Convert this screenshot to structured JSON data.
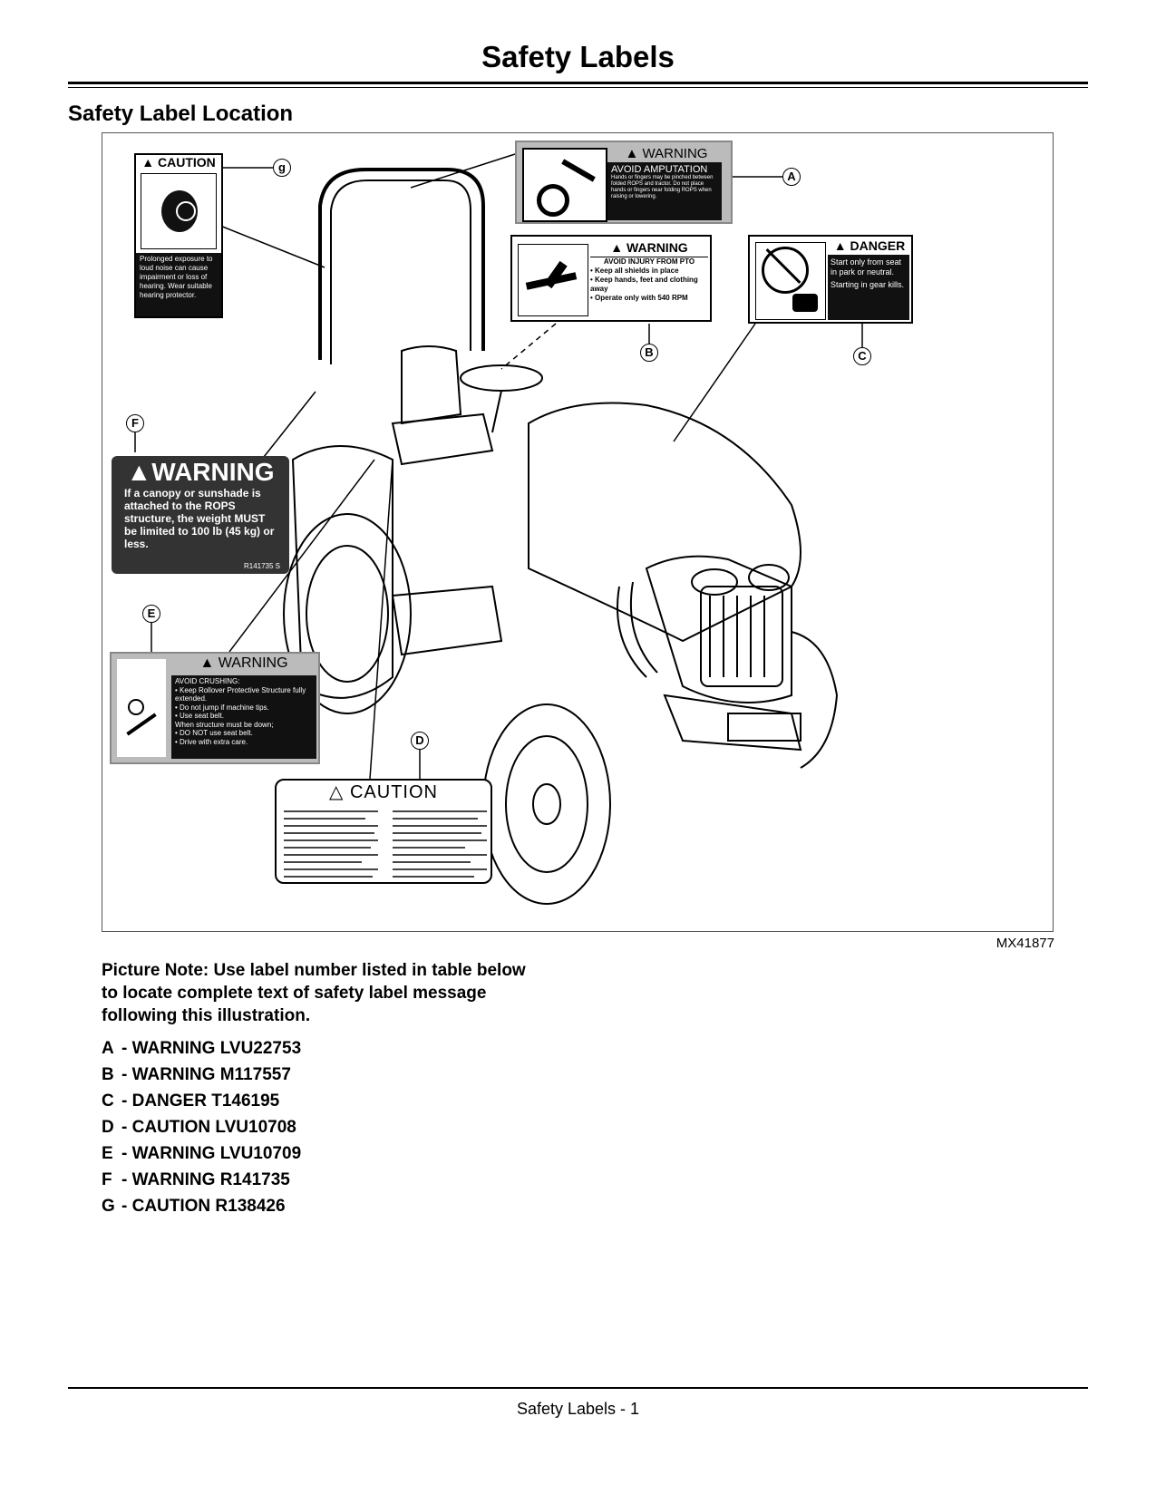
{
  "page": {
    "title": "Safety Labels",
    "section_title": "Safety Label Location",
    "figure_id": "MX41877",
    "picture_note": "Picture Note: Use label number listed in table below to locate complete text of safety label message following this illustration.",
    "footer": "Safety Labels - 1"
  },
  "labels": [
    {
      "letter": "A",
      "text": "- WARNING LVU22753"
    },
    {
      "letter": "B",
      "text": "- WARNING M117557"
    },
    {
      "letter": "C",
      "text": "- DANGER T146195"
    },
    {
      "letter": "D",
      "text": "- CAUTION LVU10708"
    },
    {
      "letter": "E",
      "text": "- WARNING LVU10709"
    },
    {
      "letter": "F",
      "text": "- WARNING R141735"
    },
    {
      "letter": "G",
      "text": "- CAUTION R138426"
    }
  ],
  "figure": {
    "callouts": {
      "a": "A",
      "b": "B",
      "c": "C",
      "d": "D",
      "e": "E",
      "f": "F",
      "g": "g"
    },
    "decal_g": {
      "header": "CAUTION",
      "body": "Prolonged exposure to loud noise can cause impairment or loss of hearing. Wear suitable hearing protector."
    },
    "decal_a": {
      "header": "WARNING",
      "subheader": "AVOID AMPUTATION",
      "body": "Hands or fingers may be pinched between folded ROPS and tractor. Do not place hands or fingers near folding ROPS when raising or lowering."
    },
    "decal_b": {
      "header": "WARNING",
      "subheader": "AVOID INJURY FROM PTO",
      "items": [
        "Keep all shields in place",
        "Keep hands, feet and clothing away",
        "Operate only with 540 RPM"
      ]
    },
    "decal_c": {
      "header": "DANGER",
      "body1": "Start only from seat in park or neutral.",
      "body2": "Starting in gear kills."
    },
    "decal_f": {
      "header": "WARNING",
      "body": "If a canopy or sunshade is attached to the ROPS structure, the weight MUST be limited to 100 lb (45 kg) or less.",
      "code": "R141735   S"
    },
    "decal_e": {
      "header": "WARNING",
      "subheader": "AVOID CRUSHING:",
      "items": [
        "Keep Rollover Protective Structure fully extended.",
        "Do not jump if machine tips.",
        "Use seat belt."
      ],
      "mid": "When structure must be down;",
      "items2": [
        "DO NOT use seat belt.",
        "Drive with extra care."
      ]
    },
    "decal_d": {
      "header": "CAUTION"
    }
  }
}
